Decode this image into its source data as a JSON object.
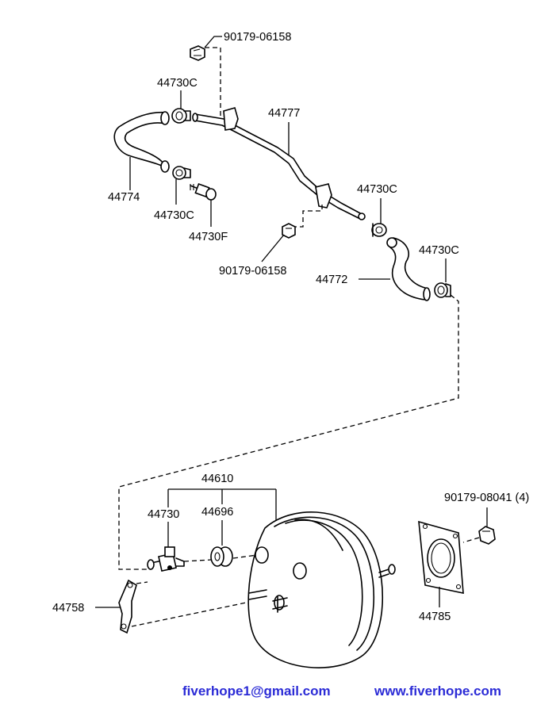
{
  "diagram": {
    "part_labels": {
      "nut_top": "90179-06158",
      "clamp_top_left": "44730C",
      "vacuum_pipe": "44777",
      "hose_left": "44774",
      "clamp_lower_left": "44730C",
      "check_valve_left": "44730F",
      "clamp_right": "44730C",
      "nut_mid": "90179-06158",
      "clamp_far_right": "44730C",
      "hose_right": "44772",
      "booster_assy": "44610",
      "check_valve": "44730",
      "grommet": "44696",
      "nut_booster": "90179-08041 (4)",
      "bracket": "44758",
      "gasket": "44785"
    }
  },
  "footer": {
    "email": "fiverhope1@gmail.com",
    "website": "www.fiverhope.com",
    "link_color": "#2b2bd6"
  }
}
